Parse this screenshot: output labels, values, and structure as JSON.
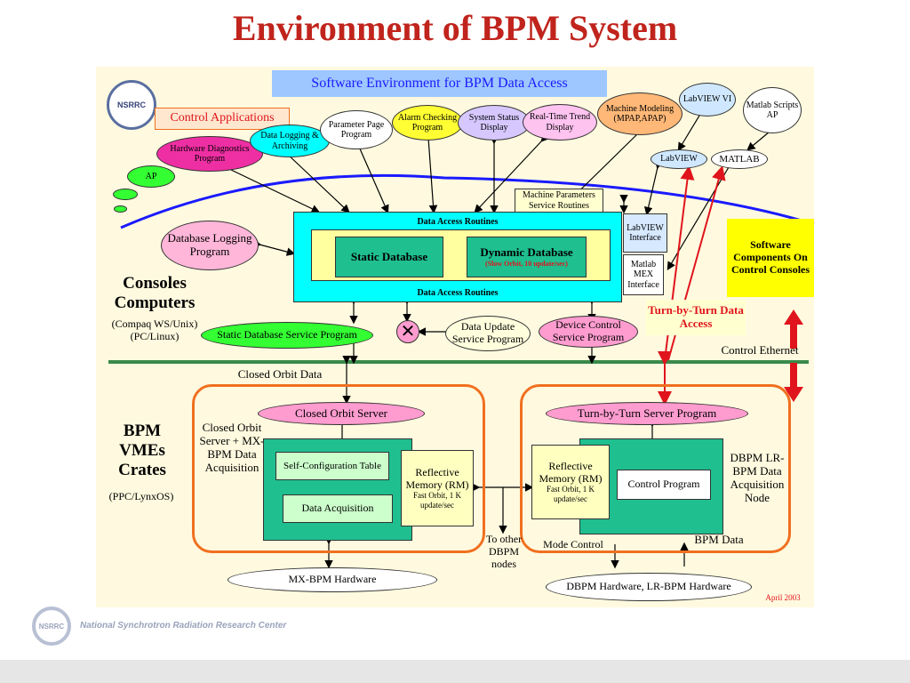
{
  "title": "Environment of BPM System",
  "software_env_label": "Software Environment for BPM Data Access",
  "control_applications_label": "Control Applications",
  "nsrrc_logo_text": "NSRRC",
  "apps": {
    "hardware_diagnostics": "Hardware Diagnostics Program",
    "data_logging": "Data Logging & Archiving",
    "parameter_page": "Parameter Page Program",
    "alarm_checking": "Alarm Checking Program",
    "system_status": "System Status Display",
    "real_time_trend": "Real-Time Trend Display",
    "machine_modeling": "Machine Modeling (MPAP,APAP)",
    "labview_vi": "LabVIEW VI",
    "matlab_scripts": "Matlab Scripts AP",
    "labview": "LabVIEW",
    "matlab": "MATLAB",
    "ap": "AP"
  },
  "machine_parameters": "Machine Parameters Service Routines",
  "data_access_routines_top": "Data Access Routines",
  "data_access_routines_bottom": "Data Access Routines",
  "static_database": "Static Database",
  "dynamic_database": "Dynamic Database",
  "dynamic_database_sub": "(Slow Orbit, 10 update/sec)",
  "labview_interface": "LabVIEW Interface",
  "matlab_mex_interface": "Matlab MEX Interface",
  "software_components": "Software Components On Control Consoles",
  "database_logging": "Database Logging Program",
  "consoles_title": "Consoles Computers",
  "consoles_sub": "(Compaq WS/Unix) (PC/Linux)",
  "static_db_service": "Static Database Service Program",
  "data_update_service": "Data Update Service Program",
  "device_control_service": "Device Control Service Program",
  "turn_by_turn_access": "Turn-by-Turn Data Access",
  "control_ethernet": "Control Ethernet",
  "closed_orbit_data": "Closed Orbit Data",
  "closed_orbit_server": "Closed Orbit Server",
  "turn_by_turn_server": "Turn-by-Turn Server Program",
  "bpm_vmes_title": "BPM VMEs Crates",
  "bpm_vmes_sub": "(PPC/LynxOS)",
  "closed_orbit_desc": "Closed Orbit Server + MX-BPM Data Acquisition",
  "self_config_table": "Self-Configuration Table",
  "data_acquisition": "Data Acquisition",
  "reflective_memory_left_title": "Reflective Memory (RM)",
  "reflective_memory_left_sub": "Fast Orbit, 1 K update/sec",
  "reflective_memory_right_title": "Reflective Memory (RM)",
  "reflective_memory_right_sub": "Fast Orbit, 1 K update/sec",
  "control_program": "Control Program",
  "dbpm_desc": "DBPM LR-BPM Data Acquisition Node",
  "to_other_dbpm": "To other DBPM nodes",
  "mode_control": "Mode Control",
  "bpm_data": "BPM Data",
  "mx_bpm_hardware": "MX-BPM  Hardware",
  "dbpm_hardware": "DBPM Hardware, LR-BPM Hardware",
  "date": "April 2003",
  "footer_org": "National Synchrotron Radiation Research Center",
  "colors": {
    "title": "#c0241c",
    "panel": "#fffadf",
    "cyan": "#00ffff",
    "green_box": "#1fbf8f",
    "yellow": "#ffff66",
    "pink": "#ff9ccf",
    "orange_border": "#f07020",
    "red": "#e0141c"
  }
}
